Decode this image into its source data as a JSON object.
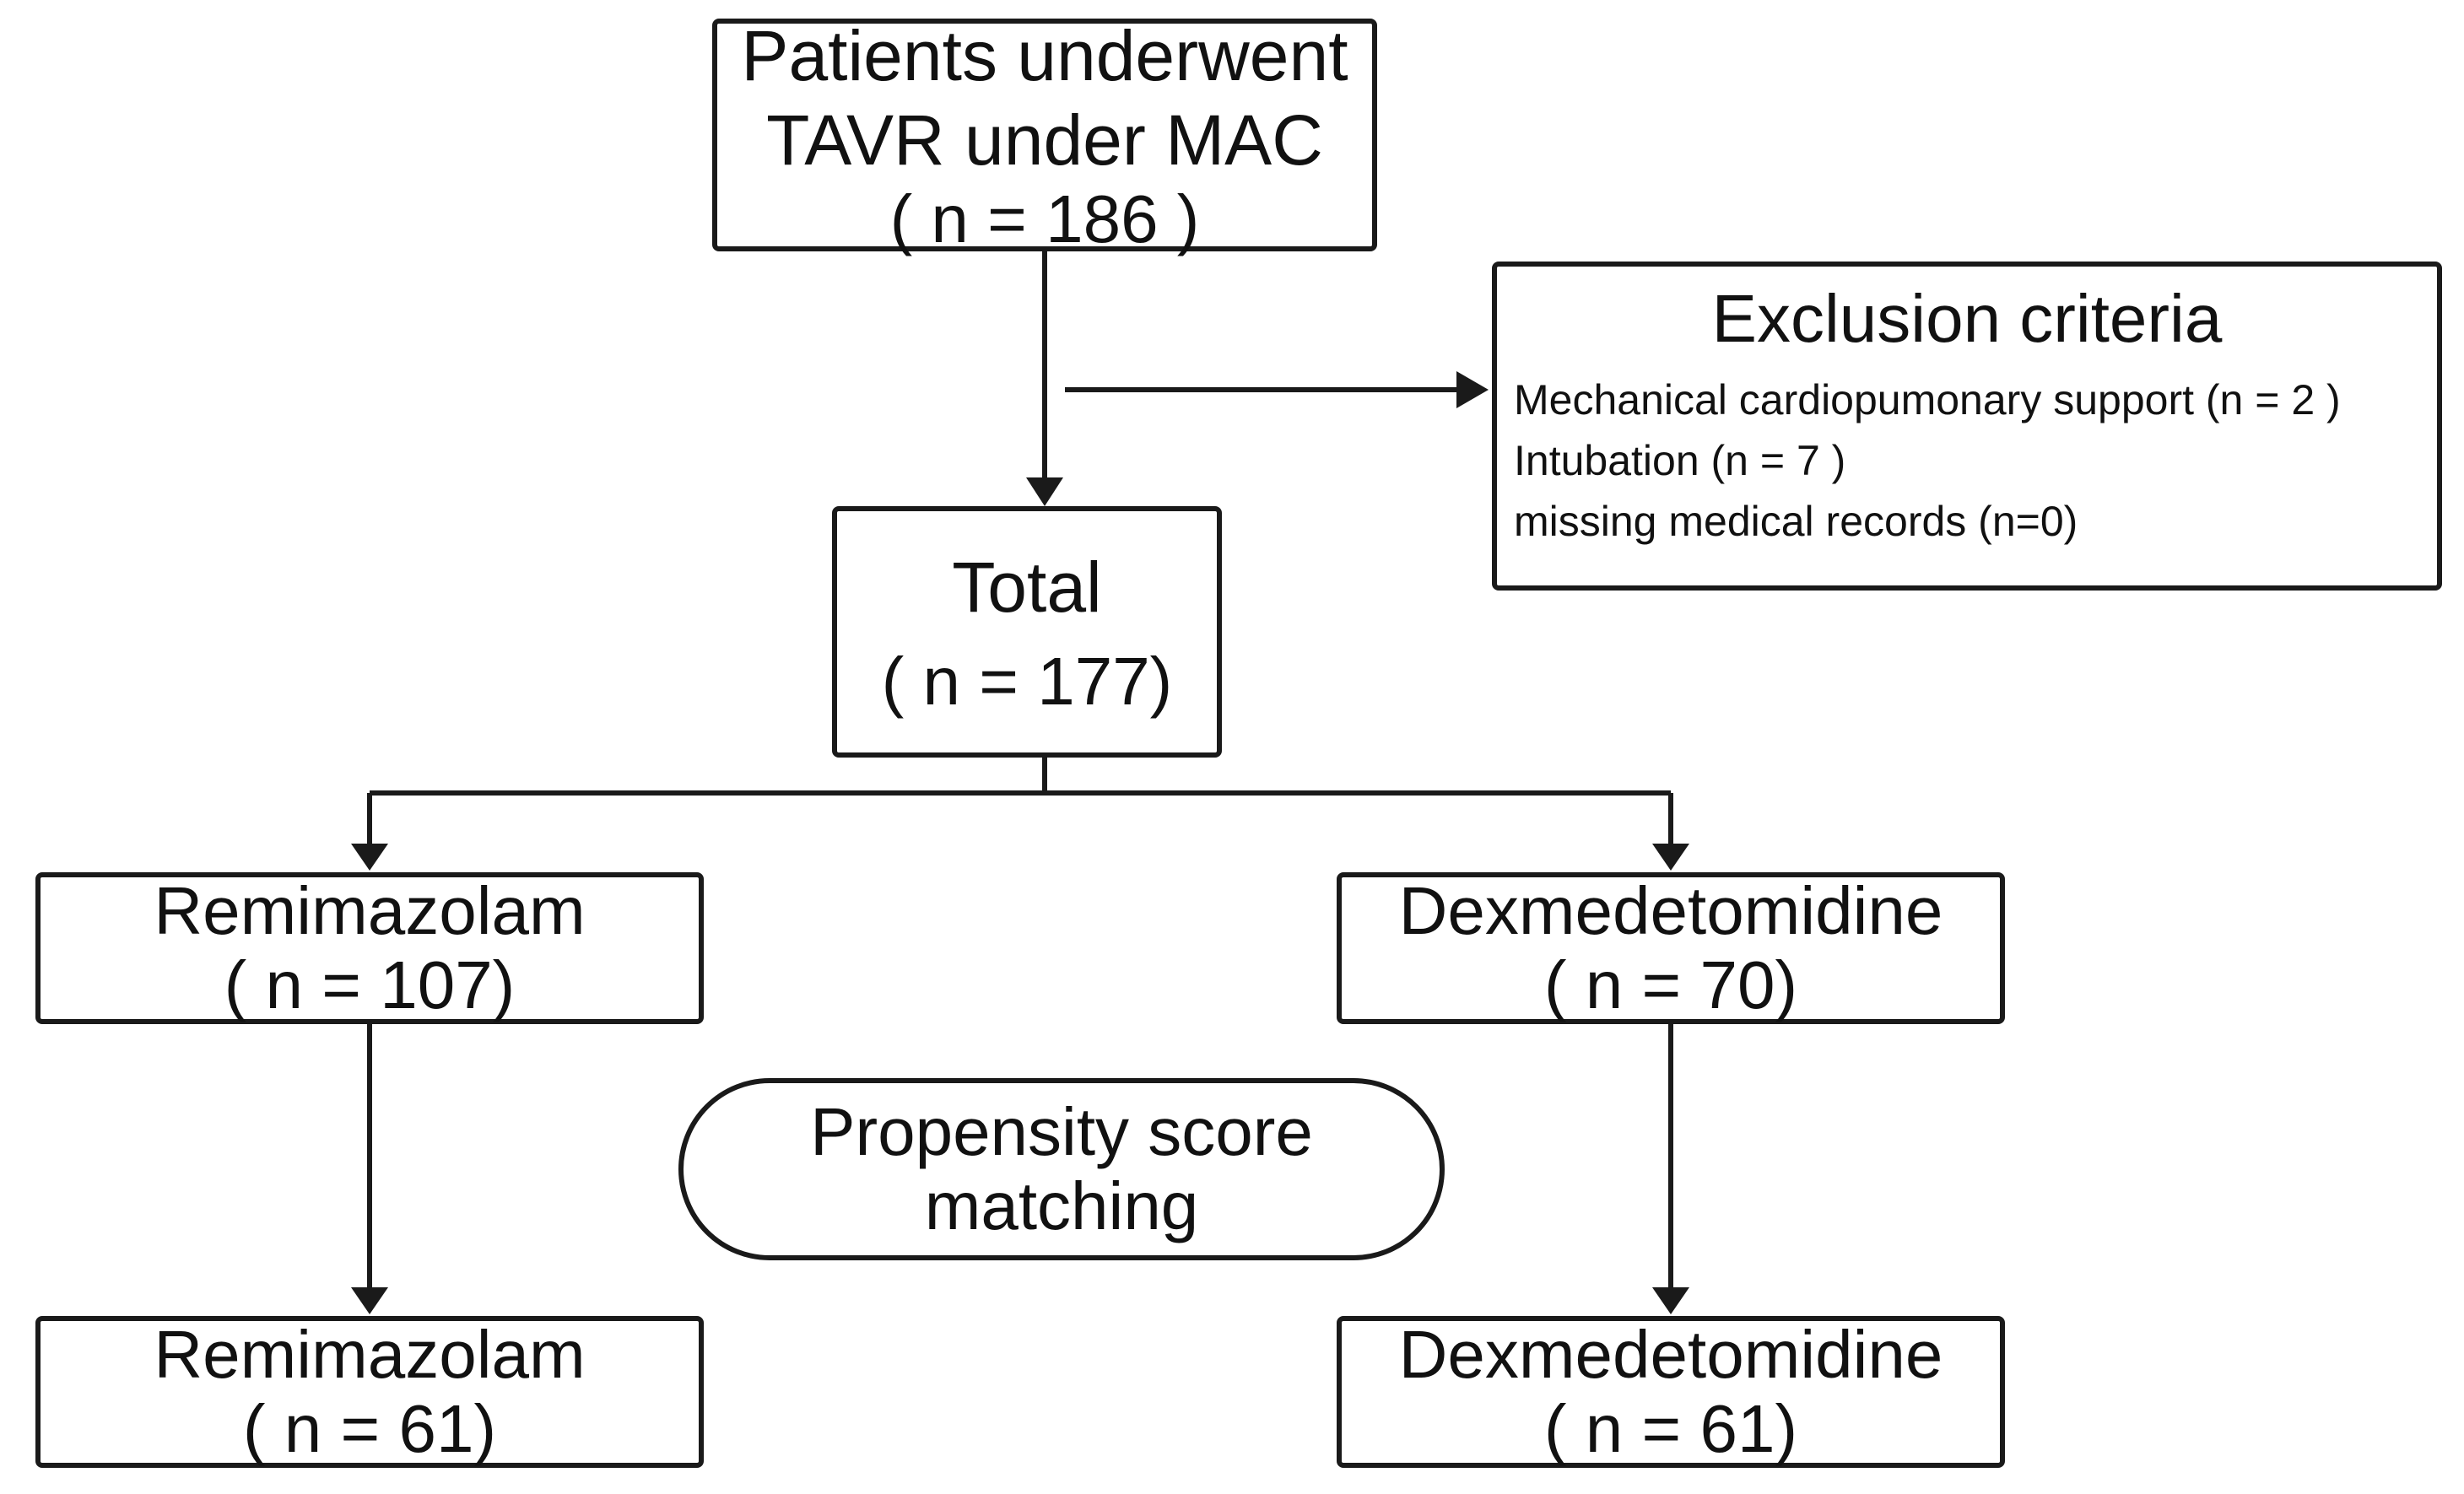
{
  "patients": {
    "line1": "Patients underwent",
    "line2": "TAVR under MAC",
    "count": "( n = 186 )"
  },
  "exclusion": {
    "title": "Exclusion criteria",
    "items": [
      "Mechanical cardiopumonary support (n = 2 )",
      "Intubation (n = 7 )",
      "missing medical records (n=0)"
    ]
  },
  "total": {
    "label": "Total",
    "count": "( n = 177)"
  },
  "remimazolam_before": {
    "label": "Remimazolam",
    "count": "( n = 107)"
  },
  "dexmedetomidine_before": {
    "label": "Dexmedetomidine",
    "count": "( n = 70)"
  },
  "propensity": {
    "line1": "Propensity score",
    "line2": "matching"
  },
  "remimazolam_after": {
    "label": "Remimazolam",
    "count": "( n = 61)"
  },
  "dexmedetomidine_after": {
    "label": "Dexmedetomidine",
    "count": "( n = 61)"
  },
  "colors": {
    "stroke": "#1a1a1a",
    "text": "#111111",
    "background": "#ffffff"
  }
}
